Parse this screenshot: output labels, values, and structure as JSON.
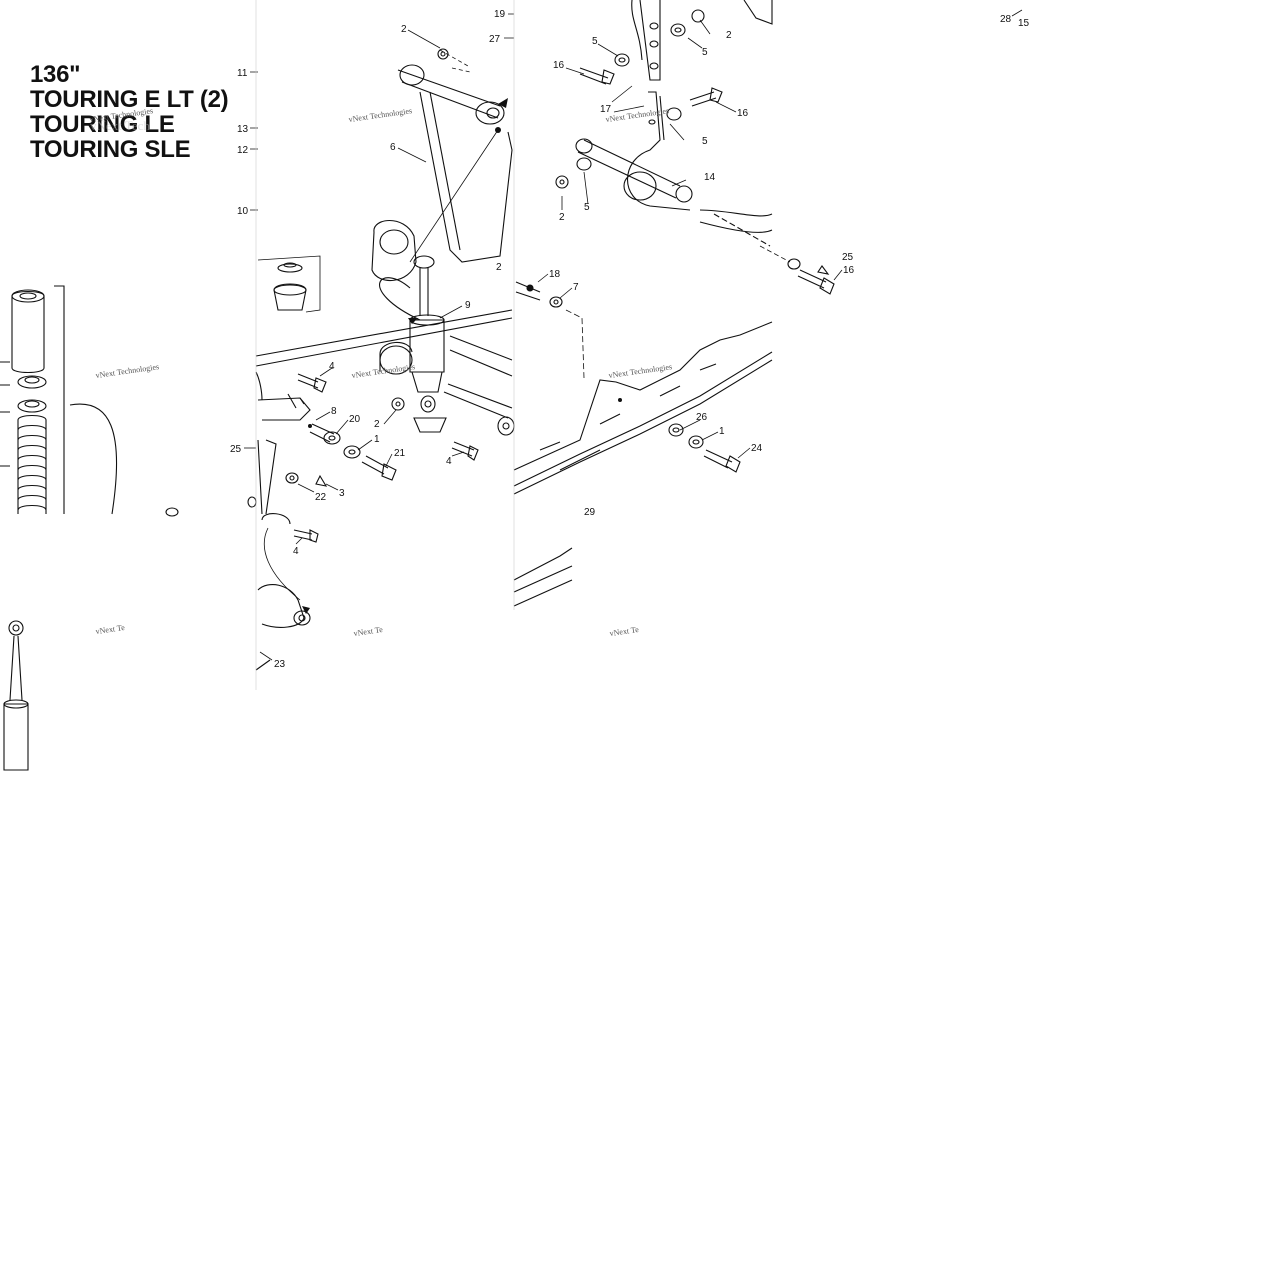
{
  "title": {
    "lines": [
      "136\"",
      "TOURING E LT (2)",
      "TOURING LE",
      "TOURING SLE"
    ]
  },
  "watermark": {
    "text": "vNext Technologies",
    "partial_text": "vNext Te"
  },
  "callouts": {
    "c1": "2",
    "c2": "19",
    "c3": "27",
    "c4": "11",
    "c5": "13",
    "c6": "12",
    "c7": "10",
    "c8": "6",
    "c9": "5",
    "c10": "5",
    "c11": "2",
    "c12": "16",
    "c13": "17",
    "c14": "16",
    "c15": "5",
    "c16": "14",
    "c17": "2",
    "c18": "5",
    "c19": "28",
    "c20": "15",
    "c21": "9",
    "c22": "2",
    "c23": "18",
    "c24": "7",
    "c25": "4",
    "c26": "8",
    "c27": "20",
    "c28": "1",
    "c29": "2",
    "c30": "21",
    "c31": "4",
    "c32": "25",
    "c33": "22",
    "c34": "3",
    "c35": "4",
    "c36": "23",
    "c37": "26",
    "c38": "1",
    "c39": "24",
    "c40": "29",
    "c41": "16",
    "c42": "25"
  }
}
